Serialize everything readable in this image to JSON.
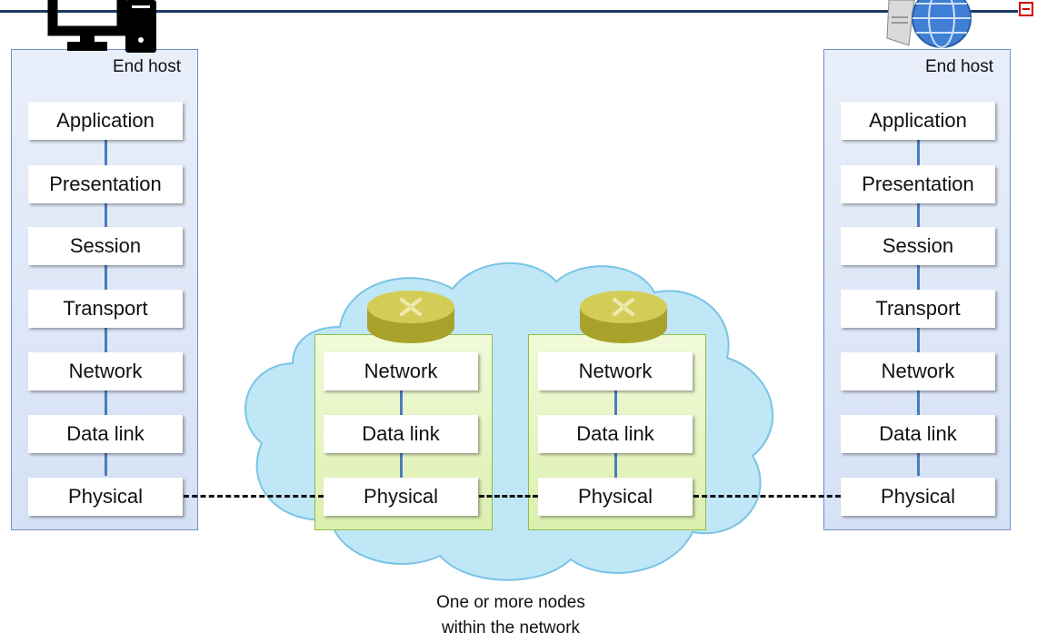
{
  "left_host": {
    "label": "End host",
    "layers": [
      "Application",
      "Presentation",
      "Session",
      "Transport",
      "Network",
      "Data link",
      "Physical"
    ]
  },
  "right_host": {
    "label": "End host",
    "layers": [
      "Application",
      "Presentation",
      "Session",
      "Transport",
      "Network",
      "Data link",
      "Physical"
    ]
  },
  "router_1": {
    "layers": [
      "Network",
      "Data link",
      "Physical"
    ]
  },
  "router_2": {
    "layers": [
      "Network",
      "Data link",
      "Physical"
    ]
  },
  "caption": {
    "line1": "One or more nodes",
    "line2": "within the network"
  },
  "icons": {
    "left": "desktop-computer-icon",
    "right": "web-server-icon",
    "routers": "router-icon"
  },
  "colors": {
    "host_fill": "#dce6f7",
    "node_fill": "#e4f3c0",
    "cloud_fill": "#bde6f5",
    "router_body": "#c8c243",
    "link_line": "#4a7cc0"
  }
}
